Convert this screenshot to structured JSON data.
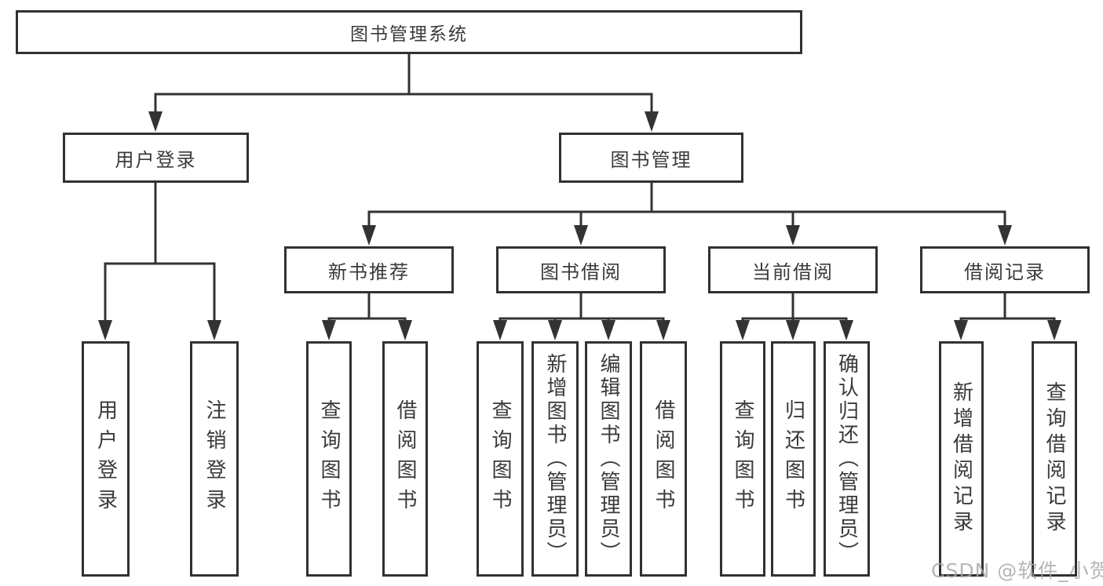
{
  "diagram_type": "hierarchy-tree",
  "tree": {
    "label": "图书管理系统",
    "children": [
      {
        "label": "用户登录",
        "children": [
          {
            "label": "用户登录"
          },
          {
            "label": "注销登录"
          }
        ]
      },
      {
        "label": "图书管理",
        "children": [
          {
            "label": "新书推荐",
            "children": [
              {
                "label": "查询图书"
              },
              {
                "label": "借阅图书"
              }
            ]
          },
          {
            "label": "图书借阅",
            "children": [
              {
                "label": "查询图书"
              },
              {
                "label": "新增图书（管理员）"
              },
              {
                "label": "编辑图书（管理员）"
              },
              {
                "label": "借阅图书"
              }
            ]
          },
          {
            "label": "当前借阅",
            "children": [
              {
                "label": "查询图书"
              },
              {
                "label": "归还图书"
              },
              {
                "label": "确认归还（管理员）"
              }
            ]
          },
          {
            "label": "借阅记录",
            "children": [
              {
                "label": "新增借阅记录"
              },
              {
                "label": "查询借阅记录"
              }
            ]
          }
        ]
      }
    ]
  },
  "watermark": {
    "text": "CSDN @软件_小贺同学"
  },
  "colors": {
    "line": "#333333",
    "box_border": "#313131",
    "text": "#3a3a3a",
    "watermark": "#a9a9a9",
    "background": "#ffffff"
  }
}
